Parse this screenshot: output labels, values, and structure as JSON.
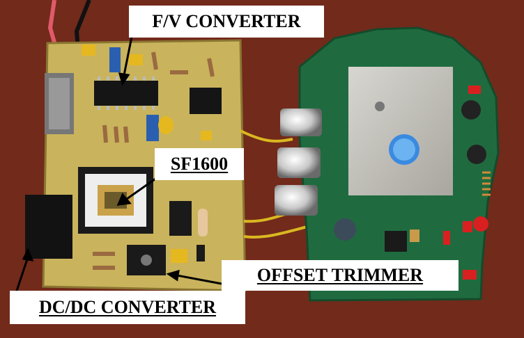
{
  "labels": {
    "fv_converter": "F/V CONVERTER",
    "sf1600": "SF1600",
    "offset_trimmer": "OFFSET TRIMMER",
    "dcdc_converter": "DC/DC CONVERTER"
  },
  "colors": {
    "table": "#7a2e1e",
    "left_board": "#c9b35c",
    "right_board": "#1f6b3f",
    "shield": "#bfbcb5",
    "arrow": "#000000"
  }
}
